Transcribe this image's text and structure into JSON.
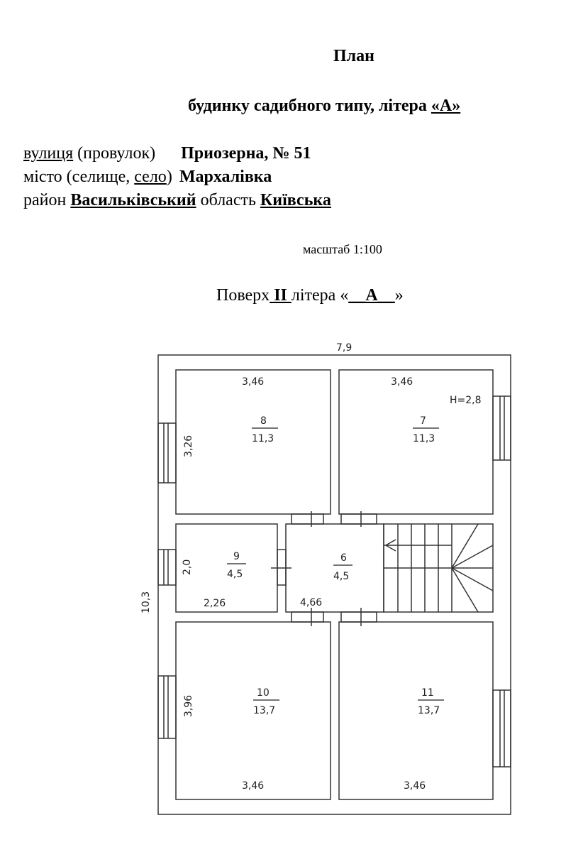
{
  "header": {
    "title": "План",
    "subtitle_prefix": "будинку садибного типу, літера ",
    "subtitle_letter": "«А»"
  },
  "address": {
    "street_label": "вулиця",
    "street_alt": " (провулок)",
    "street_value": "Приозерна,",
    "number": "№ 51",
    "city_label": "місто (селище, ",
    "city_selected": "село",
    "city_close": ")",
    "city_value": "Мархалівка",
    "district_label": "район ",
    "district_value": "Васильківський",
    "region_label": " область ",
    "region_value": "Київська"
  },
  "scale": "масштаб 1:100",
  "floor": {
    "label": "Поверх",
    "number": " II ",
    "letter_label": "літера «",
    "letter": "__A__",
    "letter_close": "»"
  },
  "plan": {
    "overall_width": "7,9",
    "overall_height": "10,3",
    "height_note": "H=2,8",
    "rooms": [
      {
        "number": "8",
        "area": "11,3",
        "width": "3,46",
        "depth": "3,26"
      },
      {
        "number": "7",
        "area": "11,3",
        "width": "3,46"
      },
      {
        "number": "9",
        "area": "4,5",
        "width": "2,26",
        "depth": "2,0"
      },
      {
        "number": "6",
        "area": "4,5",
        "width": "4,66"
      },
      {
        "number": "10",
        "area": "13,7",
        "width": "3,46",
        "depth": "3,96"
      },
      {
        "number": "11",
        "area": "13,7",
        "width": "3,46"
      }
    ]
  }
}
